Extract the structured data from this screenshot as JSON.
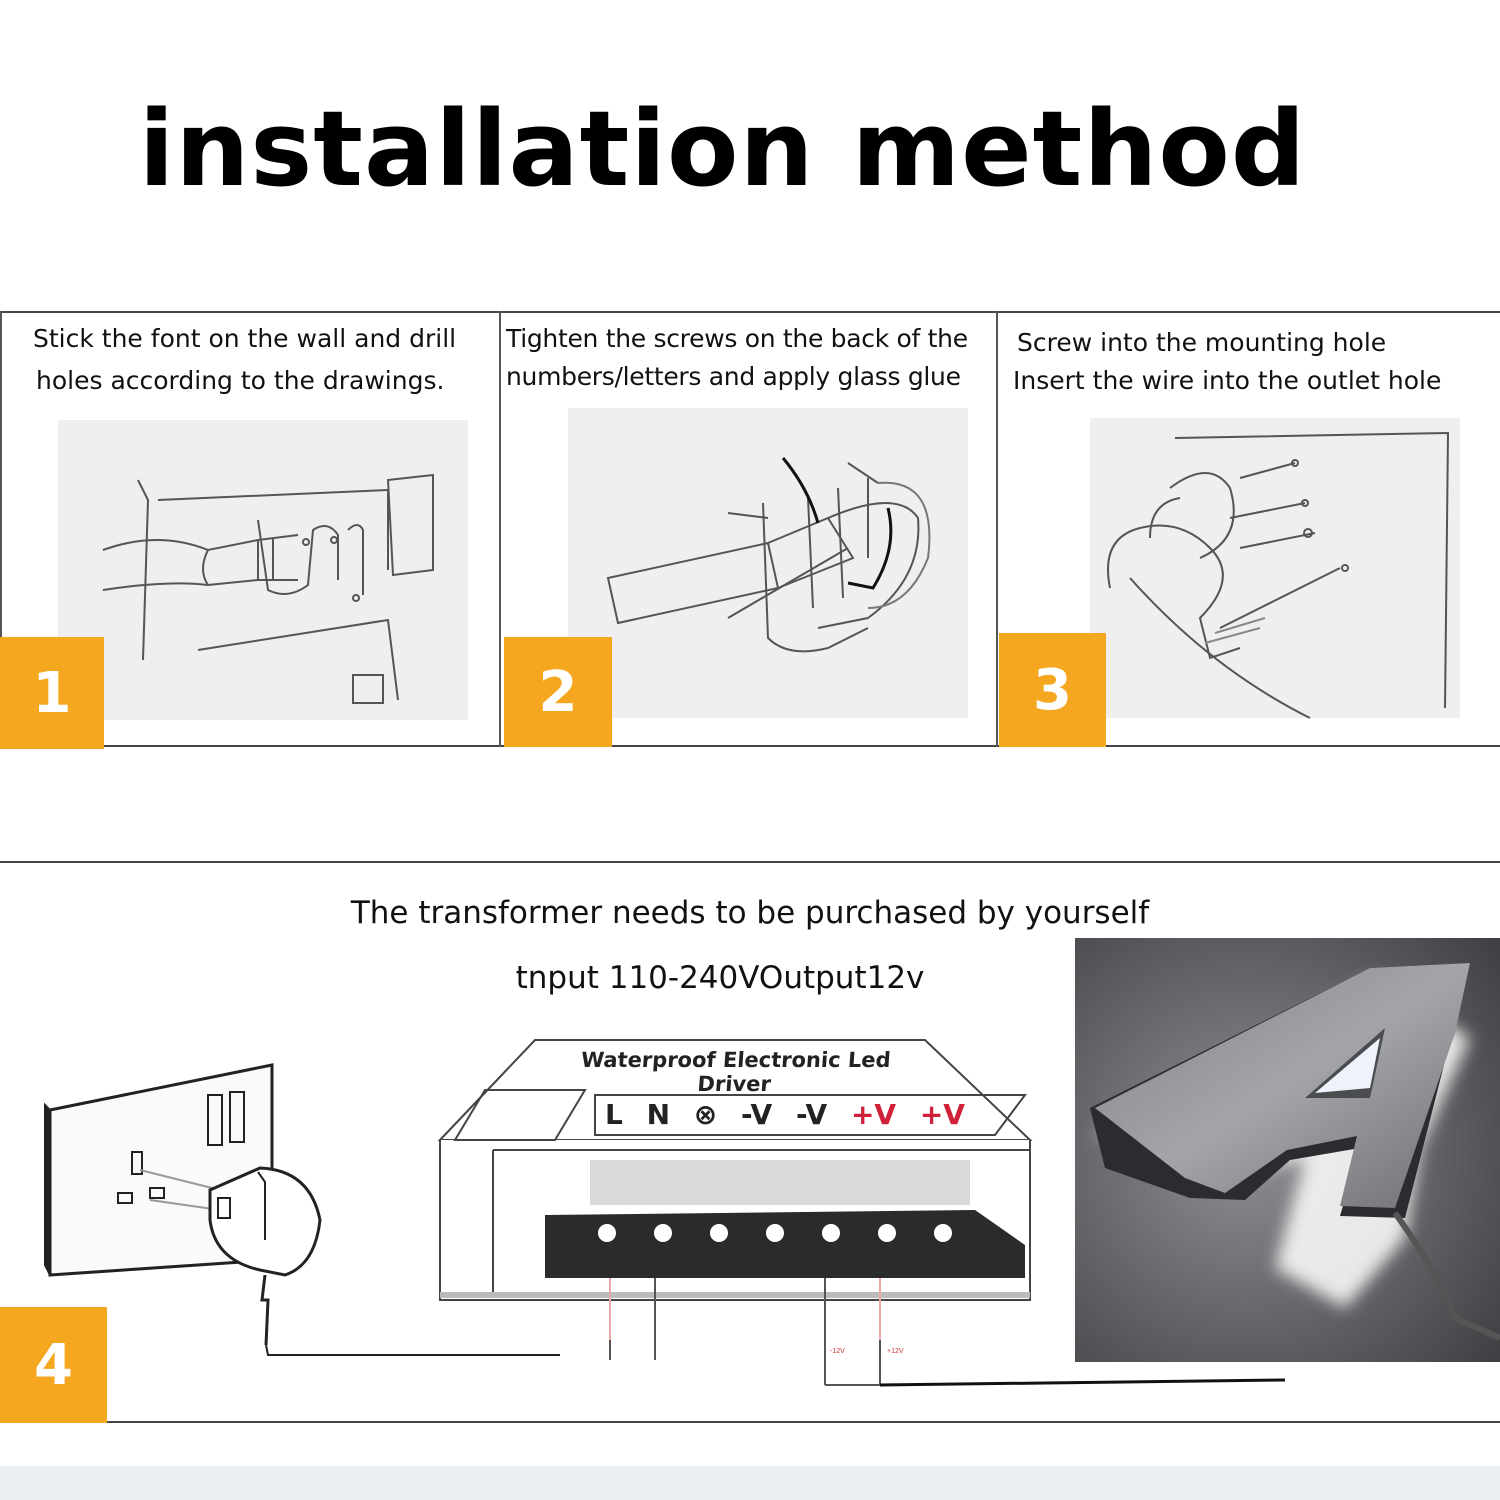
{
  "title": "installation method",
  "steps": [
    {
      "number": "1",
      "text_line1": "Stick the font on the wall and drill",
      "text_line2": "holes according to the drawings."
    },
    {
      "number": "2",
      "text_line1": "Tighten the screws on the back of the",
      "text_line2": "numbers/letters and apply glass glue"
    },
    {
      "number": "3",
      "text_line1": "Screw into the mounting hole",
      "text_line2": "Insert the wire into the outlet hole"
    }
  ],
  "step4": {
    "number": "4",
    "caption1": "The transformer needs to be purchased by yourself",
    "caption2": "tnput 110-240VOutput12v",
    "driver_label": "Waterproof Electronic Led Driver",
    "terminals": [
      "L",
      "N",
      "⊗",
      "-V",
      "-V",
      "+V",
      "+V"
    ],
    "wire_labels": [
      "-12V",
      "+12V"
    ]
  },
  "colors": {
    "badge": "#f5a81f",
    "positive_terminal": "#d0203a",
    "border": "#444444"
  }
}
